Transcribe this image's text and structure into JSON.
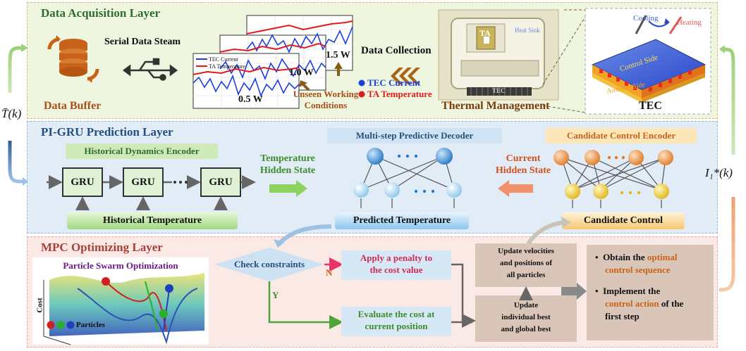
{
  "layers": {
    "daq": {
      "title": "Data Acquisition Layer",
      "data_buffer": "Data Buffer",
      "serial_stream": "Serial Data Steam",
      "plot_legend": [
        "TEC Current",
        "TA Temperature"
      ],
      "power_labels": [
        "0.5 W",
        "1.0 W",
        "1.5 W"
      ],
      "unseen": [
        "Unseen Working",
        "Conditions"
      ],
      "data_collection": "Data Collection",
      "collection_legend": [
        "TEC Current",
        "TA Temperature"
      ],
      "thermal_management": "Thermal Management",
      "ta_label": "TA",
      "heat_sink": "Heat Sink",
      "tec_strip": "TEC",
      "tec_label": "TEC",
      "cooling": "Cooling",
      "heating": "Heating",
      "control_side": "Control Side",
      "ambient_side": "Ambient Side"
    },
    "gru": {
      "title": "PI-GRU Prediction Layer",
      "historical_encoder": "Historical Dynamics Encoder",
      "gru_label": "GRU",
      "historical_temperature": "Historical Temperature",
      "temp_hidden": [
        "Temperature",
        "Hidden State"
      ],
      "decoder_title": "Multi-step Predictive Decoder",
      "predicted_temperature": "Predicted Temperature",
      "current_hidden": [
        "Current",
        "Hidden State"
      ],
      "candidate_encoder": "Candidate Control Encoder",
      "candidate_control": "Candidate Control"
    },
    "mpc": {
      "title": "MPC Optimizing Layer",
      "pso_title": "Particle Swarm Optimization",
      "cost_axis": "Cost",
      "particles": "Particles",
      "check_constraints": "Check constraints",
      "branch_n": "N",
      "branch_y": "Y",
      "penalty": [
        "Apply a penalty to",
        "the cost value"
      ],
      "evaluate": [
        "Evaluate the cost at",
        "current position"
      ],
      "update_velocities": [
        "Update velocities",
        "and positions of",
        "all particles"
      ],
      "update_best": [
        "Update",
        "individual best",
        "and global best"
      ],
      "bullet1_prefix": "Obtain the ",
      "bullet1_highlight_a": "optimal",
      "bullet1_highlight_b": "control sequence",
      "bullet2_prefix": "Implement the",
      "bullet2_highlight": "control action",
      "bullet2_suffix_a": " of the",
      "bullet2_suffix_b": "first step"
    }
  },
  "side_labels": {
    "left": "T̄(k)",
    "right": "I₁*(k)"
  },
  "colors": {
    "daq_bg": "#eef6df",
    "gru_bg": "#e1ecf7",
    "mpc_bg": "#fbe9e6",
    "green_title": "#2f6d2f",
    "blue_title": "#24507f",
    "red_title": "#a8403a",
    "orange_text": "#c8621a",
    "current_blue": "#1b3fe0",
    "temperature_red": "#e01b1b"
  }
}
